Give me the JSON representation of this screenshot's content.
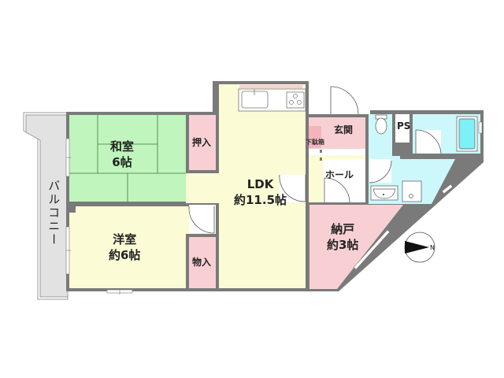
{
  "plan": {
    "type": "apartment floor plan",
    "colors": {
      "wall": "#7a7a7a",
      "washitsu": "#c0f5bd",
      "yoshitsu": "#fbfbd5",
      "ldk": "#fbfbd5",
      "storage": "#f8d0d4",
      "entrance": "#f8d0d4",
      "nando": "#f8d0d4",
      "wet_area": "#ccf8fb",
      "balcony": "#e2e2e2",
      "bathtub": "#7ef0f7"
    },
    "rooms": {
      "washitsu": {
        "name": "和室",
        "size": "6帖"
      },
      "oshiire": {
        "name": "押入"
      },
      "yoshitsu": {
        "name": "洋室",
        "size": "約6帖"
      },
      "monoire": {
        "name": "物入"
      },
      "ldk": {
        "name": "LDK",
        "size": "約11.5帖"
      },
      "genkan": {
        "name": "玄関"
      },
      "getabako": {
        "name": "下駄箱"
      },
      "hall": {
        "name": "ホール"
      },
      "ps": {
        "name": "PS"
      },
      "nando": {
        "name": "納戸",
        "size": "約3帖"
      },
      "balcony": {
        "name": "バルコニー"
      }
    },
    "compass": {
      "icon": "compass-north-icon",
      "label": "N",
      "direction": "east"
    }
  }
}
